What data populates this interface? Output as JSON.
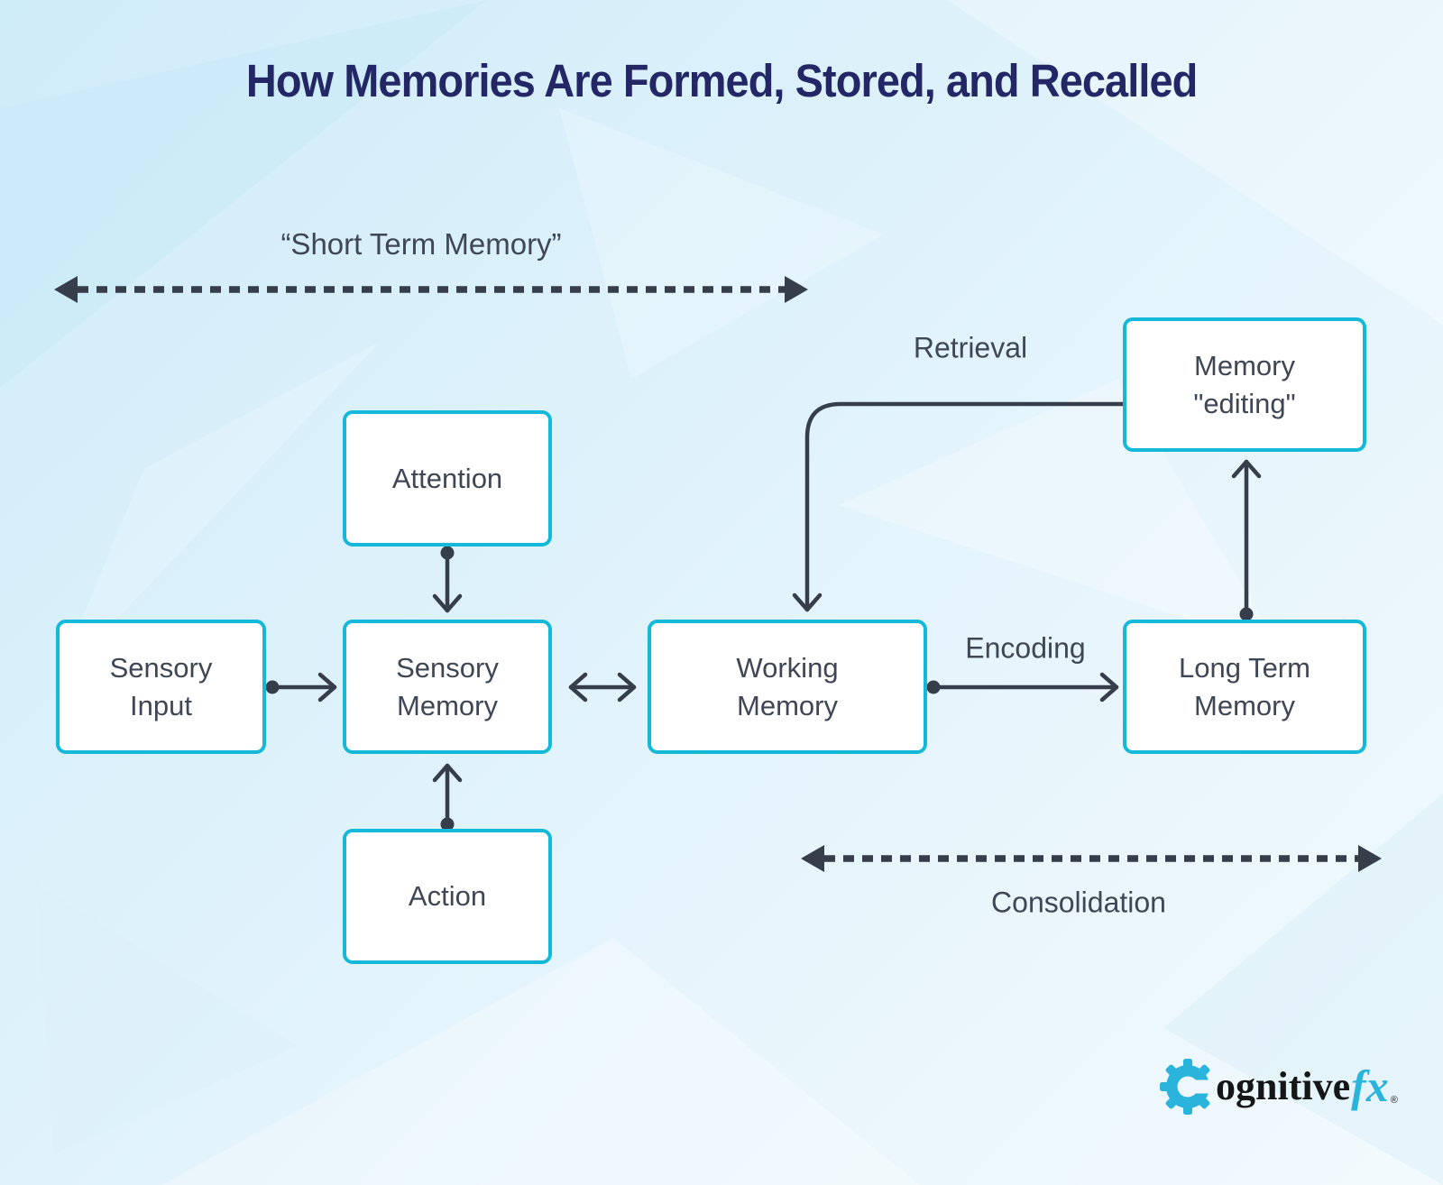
{
  "title": "How Memories Are Formed, Stored, and Recalled",
  "nodes": {
    "attention": {
      "label": "Attention"
    },
    "sensory_input": {
      "label": "Sensory Input"
    },
    "sensory_memory": {
      "label": "Sensory Memory"
    },
    "working_memory": {
      "label": "Working Memory"
    },
    "long_term_memory": {
      "label": "Long Term Memory"
    },
    "memory_editing": {
      "label": "Memory \"editing\""
    },
    "action": {
      "label": "Action"
    }
  },
  "annotations": {
    "short_term": "“Short Term Memory”",
    "retrieval": "Retrieval",
    "encoding": "Encoding",
    "consolidation": "Consolidation"
  },
  "logo": {
    "word_rest": "ognitive",
    "word_accent": "fx",
    "registered": "®"
  },
  "colors": {
    "accent_cyan": "#14b9da",
    "arrow_dark": "#363d4b",
    "title_navy": "#242765",
    "text_slate": "#3f4654"
  }
}
